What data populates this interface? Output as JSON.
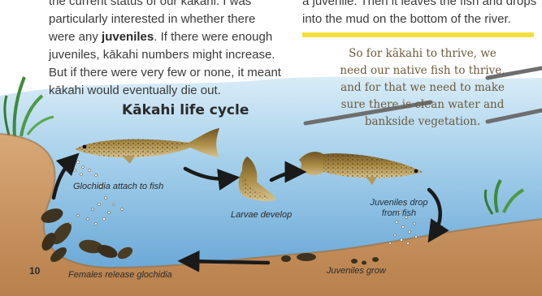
{
  "text": {
    "left_lines": [
      "the current status of our kākahi. I was",
      "particularly interested in whether there",
      "were any ",
      "juveniles",
      ". If there were enough",
      "juveniles, kākahi numbers might increase.",
      "But if there were very few or none, it meant",
      "kākahi would eventually die out."
    ],
    "right_lines": [
      "a juvenile. Then it leaves the fish and drops",
      "into the mud on the bottom of the river."
    ],
    "quote_lines": [
      "So for kākahi to thrive, we",
      "need our native fish to thrive,",
      "and for that we need to make",
      "sure there is clean water and",
      "bankside vegetation."
    ]
  },
  "diagram": {
    "title": "Kākahi life cycle",
    "labels": {
      "glochidia": "Glochidia attach to fish",
      "larvae": "Larvae develop",
      "juveniles_drop_1": "Juveniles drop",
      "juveniles_drop_2": "from fish",
      "juveniles_grow": "Juveniles grow",
      "females": "Females release glochidia"
    }
  },
  "page_number": "10",
  "colors": {
    "sky": "#ffffff",
    "water": "#8fc3e4",
    "mud": "#c9915d",
    "accent_yellow": "#f3df3c",
    "fish": "#9a7a3c"
  }
}
